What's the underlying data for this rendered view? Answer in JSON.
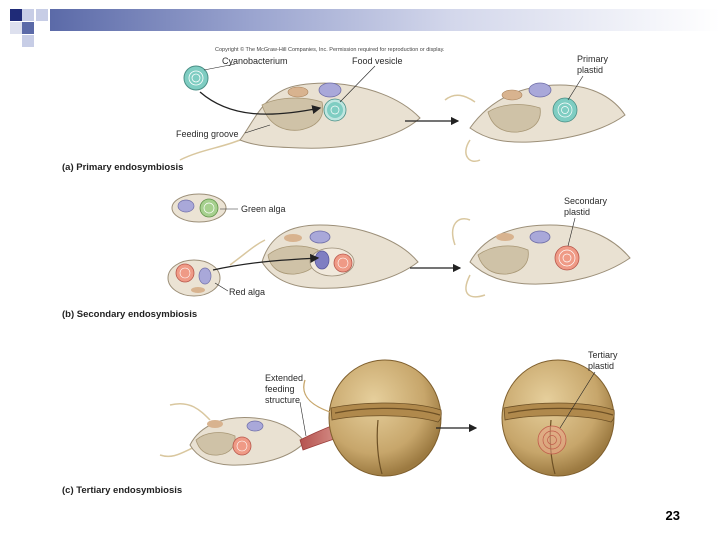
{
  "copyright": "Copyright © The McGraw-Hill Companies, Inc. Permission required for reproduction or display.",
  "panel_a": {
    "caption": "(a) Primary endosymbiosis",
    "cyanobacterium": "Cyanobacterium",
    "food_vesicle": "Food vesicle",
    "feeding_groove": "Feeding groove",
    "primary_plastid_1": "Primary",
    "primary_plastid_2": "plastid"
  },
  "panel_b": {
    "caption": "(b) Secondary endosymbiosis",
    "green_alga": "Green alga",
    "red_alga": "Red alga",
    "secondary_plastid_1": "Secondary",
    "secondary_plastid_2": "plastid"
  },
  "panel_c": {
    "caption": "(c) Tertiary endosymbiosis",
    "extended_1": "Extended",
    "extended_2": "feeding",
    "extended_3": "structure",
    "tertiary_plastid_1": "Tertiary",
    "tertiary_plastid_2": "plastid"
  },
  "page_number": "23",
  "colors": {
    "cell_body": "#e9e1d2",
    "groove": "#cfc2a7",
    "cyan_plastid": "#7fcdc2",
    "green_plastid": "#a6d08e",
    "red_plastid": "#ef9a86",
    "nucleus": "#a9a8d9",
    "dino": "#c7a66b",
    "title_bar_dark": "#1f2b78",
    "title_bar_mid": "#5b6aa8",
    "title_bar_light": "#c7cde6"
  }
}
